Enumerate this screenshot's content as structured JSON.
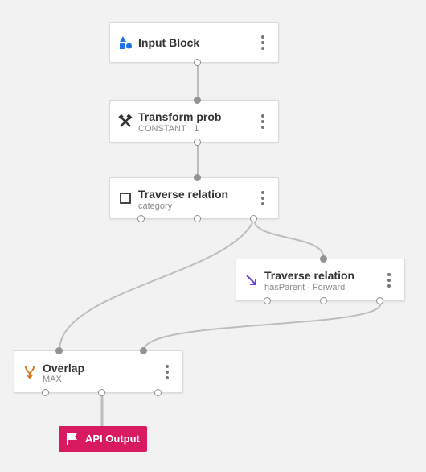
{
  "colors": {
    "background": "#f2f2f2",
    "edge": "#bdbdbd",
    "output_chip": "#d81b60",
    "input_icon": "#1e73e8",
    "traverse_icon": "#6b3fd9",
    "overlap_icon": "#d9731a"
  },
  "nodes": {
    "input_block": {
      "title": "Input Block",
      "icon": "shapes-icon"
    },
    "transform_prob": {
      "title": "Transform prob",
      "subtitle": "CONSTANT · 1",
      "icon": "tools-icon"
    },
    "traverse_category": {
      "title": "Traverse relation",
      "subtitle": "category",
      "icon": "square-outline-icon"
    },
    "traverse_hasparent": {
      "title": "Traverse relation",
      "subtitle": "hasParent · Forward",
      "icon": "arrow-down-right-icon"
    },
    "overlap": {
      "title": "Overlap",
      "subtitle": "MAX",
      "icon": "merge-icon"
    }
  },
  "output": {
    "label": "API Output",
    "icon": "flag-icon"
  }
}
